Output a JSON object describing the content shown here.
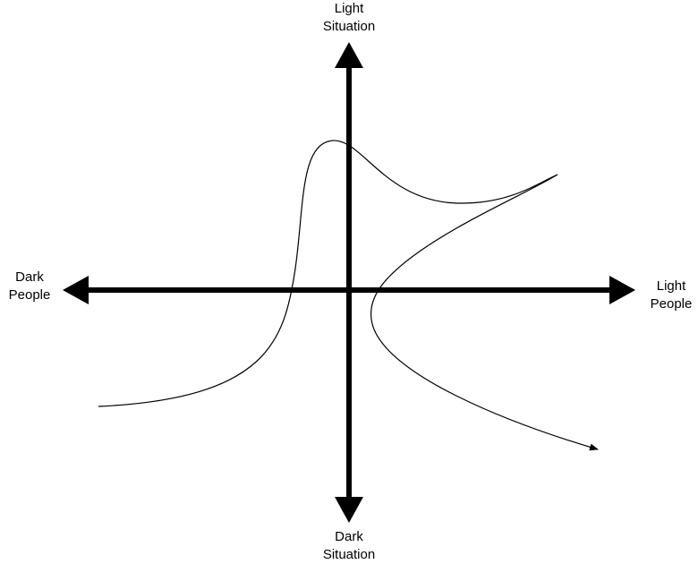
{
  "labels": {
    "top": {
      "line1": "Light",
      "line2": "Situation"
    },
    "bottom": {
      "line1": "Dark",
      "line2": "Situation"
    },
    "left": {
      "line1": "Dark",
      "line2": "People"
    },
    "right": {
      "line1": "Light",
      "line2": "People"
    }
  },
  "colors": {
    "stroke": "#000000",
    "background": "#ffffff"
  }
}
